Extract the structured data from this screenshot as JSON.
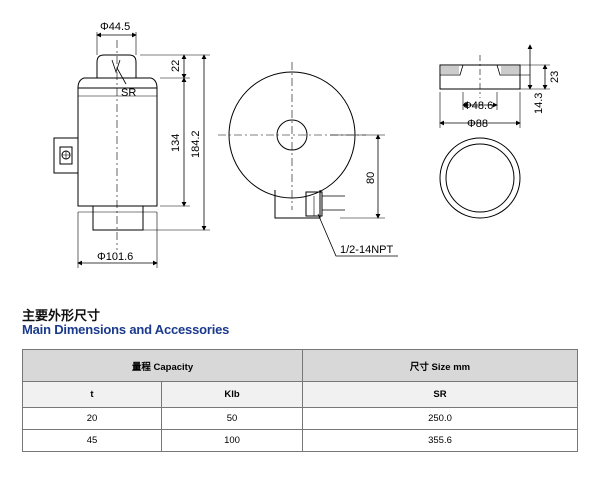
{
  "drawing": {
    "front_view": {
      "top_diameter": "Φ44.5",
      "cap_height": "22",
      "sr_label": "SR",
      "body_height": "134",
      "total_height": "184.2",
      "body_diameter": "Φ101.6"
    },
    "side_view": {
      "height_80": "80",
      "connector": "1/2-14NPT"
    },
    "top_view": {
      "height_23": "23",
      "height_14_3": "14.3",
      "inner_diameter": "Φ48.6",
      "outer_diameter": "Φ88"
    }
  },
  "heading": {
    "cn": "主要外形尺寸",
    "en": "Main Dimensions and Accessories"
  },
  "table": {
    "header_capacity": "量程  Capacity",
    "header_size": "尺寸 Size mm",
    "col_t": "t",
    "col_klb": "Klb",
    "col_sr": "SR",
    "rows": [
      {
        "t": "20",
        "klb": "50",
        "sr": "250.0"
      },
      {
        "t": "45",
        "klb": "100",
        "sr": "355.6"
      }
    ]
  }
}
